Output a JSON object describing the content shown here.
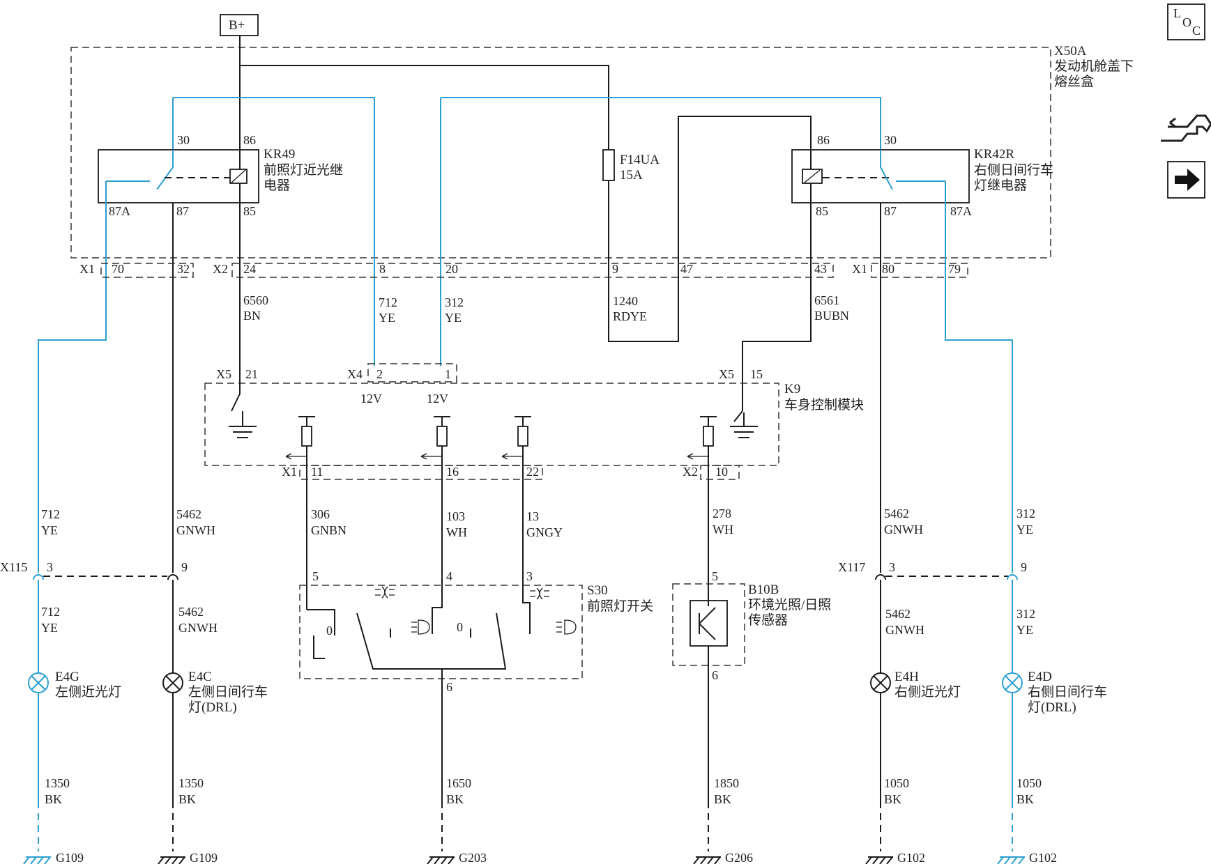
{
  "power": "B+",
  "loc": {
    "l": "L",
    "o": "O",
    "c": "C"
  },
  "fuse_box": {
    "id": "X50A",
    "name1": "发动机舱盖下",
    "name2": "熔丝盒"
  },
  "relay_left": {
    "id": "KR49",
    "name1": "前照灯近光继",
    "name2": "电器",
    "pins": {
      "p30": "30",
      "p86": "86",
      "p87a": "87A",
      "p87": "87",
      "p85": "85"
    }
  },
  "relay_right": {
    "id": "KR42R",
    "name1": "右侧日间行车",
    "name2": "灯继电器",
    "pins": {
      "p86": "86",
      "p30": "30",
      "p85": "85",
      "p87": "87",
      "p87a": "87A"
    }
  },
  "fuse": {
    "id": "F14UA",
    "rating": "15A"
  },
  "connectors_top": {
    "x1a": "X1",
    "p70": "70",
    "p32": "32",
    "x2": "X2",
    "p24": "24",
    "p8": "8",
    "p20": "20",
    "p9": "9",
    "p47": "47",
    "p43": "43",
    "x1b": "X1",
    "p80": "80",
    "p79": "79"
  },
  "wires": {
    "w6560": {
      "num": "6560",
      "color": "BN"
    },
    "w712a": {
      "num": "712",
      "color": "YE"
    },
    "w312a": {
      "num": "312",
      "color": "YE"
    },
    "w1240": {
      "num": "1240",
      "color": "RDYE"
    },
    "w6561": {
      "num": "6561",
      "color": "BUBN"
    },
    "w712b": {
      "num": "712",
      "color": "YE"
    },
    "w5462a": {
      "num": "5462",
      "color": "GNWH"
    },
    "w306": {
      "num": "306",
      "color": "GNBN"
    },
    "w103": {
      "num": "103",
      "color": "WH"
    },
    "w13": {
      "num": "13",
      "color": "GNGY"
    },
    "w278": {
      "num": "278",
      "color": "WH"
    },
    "w5462b": {
      "num": "5462",
      "color": "GNWH"
    },
    "w312b": {
      "num": "312",
      "color": "YE"
    },
    "w712c": {
      "num": "712",
      "color": "YE"
    },
    "w5462c": {
      "num": "5462",
      "color": "GNWH"
    },
    "w5462d": {
      "num": "5462",
      "color": "GNWH"
    },
    "w312c": {
      "num": "312",
      "color": "YE"
    },
    "w1350a": {
      "num": "1350",
      "color": "BK"
    },
    "w1350b": {
      "num": "1350",
      "color": "BK"
    },
    "w1650": {
      "num": "1650",
      "color": "BK"
    },
    "w1850": {
      "num": "1850",
      "color": "BK"
    },
    "w1050a": {
      "num": "1050",
      "color": "BK"
    },
    "w1050b": {
      "num": "1050",
      "color": "BK"
    }
  },
  "bcm": {
    "id": "K9",
    "name": "车身控制模块",
    "x5a": "X5",
    "p21": "21",
    "x4": "X4",
    "p2": "2",
    "p1": "1",
    "v1": "12V",
    "v2": "12V",
    "x5b": "X5",
    "p15": "15",
    "x1": "X1",
    "p11": "11",
    "p16": "16",
    "p22": "22",
    "x2": "X2",
    "p10": "10"
  },
  "splice_left": {
    "id": "X115",
    "p3": "3",
    "p9": "9"
  },
  "splice_right": {
    "id": "X117",
    "p3": "3",
    "p9": "9"
  },
  "switch": {
    "id": "S30",
    "name": "前照灯开关",
    "p5": "5",
    "p4": "4",
    "p3": "3",
    "p6": "6",
    "off1": "0",
    "off2": "0"
  },
  "sensor": {
    "id": "B10B",
    "name1": "环境光照/日照",
    "name2": "传感器",
    "p5": "5",
    "p6": "6"
  },
  "lamps": {
    "e4g": {
      "id": "E4G",
      "name": "左侧近光灯"
    },
    "e4c": {
      "id": "E4C",
      "name1": "左侧日间行车",
      "name2": "灯(DRL)"
    },
    "e4h": {
      "id": "E4H",
      "name": "右侧近光灯"
    },
    "e4d": {
      "id": "E4D",
      "name1": "右侧日间行车",
      "name2": "灯(DRL)"
    }
  },
  "grounds": {
    "g1": "G109",
    "g2": "G109",
    "g3": "G203",
    "g4": "G206",
    "g5": "G102",
    "g6": "G102"
  },
  "colors": {
    "wire_black": "#1a1a1a",
    "wire_blue": "#2a9fd0"
  }
}
